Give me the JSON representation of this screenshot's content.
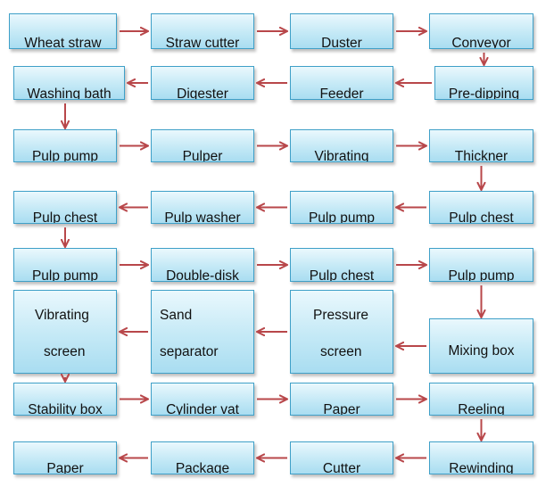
{
  "colors": {
    "arrow": "#b8474a",
    "box_border": "#3fa0c8",
    "box_fill": "#c4e9f6"
  },
  "nodes": {
    "wheat_straw": "Wheat straw",
    "straw_cutter": "Straw cutter",
    "duster": "Duster",
    "conveyor": "Conveyor",
    "washing_bath": "Washing bath",
    "digester": "Digester",
    "feeder": "Feeder",
    "pre_dipping": "Pre-dipping",
    "pulp_pump_1": "Pulp pump",
    "pulper": "Pulper",
    "vibrating_1": "Vibrating",
    "thickner": "Thickner",
    "pulp_chest_1": "Pulp chest",
    "pulp_washer": "Pulp washer",
    "pulp_pump_2": "Pulp pump",
    "pulp_chest_2": "Pulp chest",
    "pulp_pump_3": "Pulp pump",
    "double_disk": "Double-disk",
    "pulp_chest_3": "Pulp chest",
    "pulp_pump_4": "Pulp pump",
    "vibrating_screen": [
      "Vibrating",
      "screen"
    ],
    "sand_separator": [
      "Sand",
      "separator"
    ],
    "pressure_screen": [
      "Pressure",
      "screen"
    ],
    "mixing_box": "Mixing box",
    "stability_box": "Stability box",
    "cylinder_vat": "Cylinder vat",
    "paper_1": "Paper",
    "reeling": "Reeling",
    "paper_2": "Paper",
    "package": "Package",
    "cutter": "Cutter",
    "rewinding": "Rewinding"
  },
  "edges": [
    [
      "wheat_straw",
      "straw_cutter"
    ],
    [
      "straw_cutter",
      "duster"
    ],
    [
      "duster",
      "conveyor"
    ],
    [
      "conveyor",
      "pre_dipping"
    ],
    [
      "pre_dipping",
      "feeder"
    ],
    [
      "feeder",
      "digester"
    ],
    [
      "digester",
      "washing_bath"
    ],
    [
      "washing_bath",
      "pulp_pump_1"
    ],
    [
      "pulp_pump_1",
      "pulper"
    ],
    [
      "pulper",
      "vibrating_1"
    ],
    [
      "vibrating_1",
      "thickner"
    ],
    [
      "thickner",
      "pulp_chest_2"
    ],
    [
      "pulp_chest_2",
      "pulp_pump_2"
    ],
    [
      "pulp_pump_2",
      "pulp_washer"
    ],
    [
      "pulp_washer",
      "pulp_chest_1"
    ],
    [
      "pulp_chest_1",
      "pulp_pump_3"
    ],
    [
      "pulp_pump_3",
      "double_disk"
    ],
    [
      "double_disk",
      "pulp_chest_3"
    ],
    [
      "pulp_chest_3",
      "pulp_pump_4"
    ],
    [
      "pulp_pump_4",
      "mixing_box"
    ],
    [
      "mixing_box",
      "pressure_screen"
    ],
    [
      "pressure_screen",
      "sand_separator"
    ],
    [
      "sand_separator",
      "vibrating_screen"
    ],
    [
      "vibrating_screen",
      "stability_box"
    ],
    [
      "stability_box",
      "cylinder_vat"
    ],
    [
      "cylinder_vat",
      "paper_1"
    ],
    [
      "paper_1",
      "reeling"
    ],
    [
      "reeling",
      "rewinding"
    ],
    [
      "rewinding",
      "cutter"
    ],
    [
      "cutter",
      "package"
    ],
    [
      "package",
      "paper_2"
    ]
  ]
}
